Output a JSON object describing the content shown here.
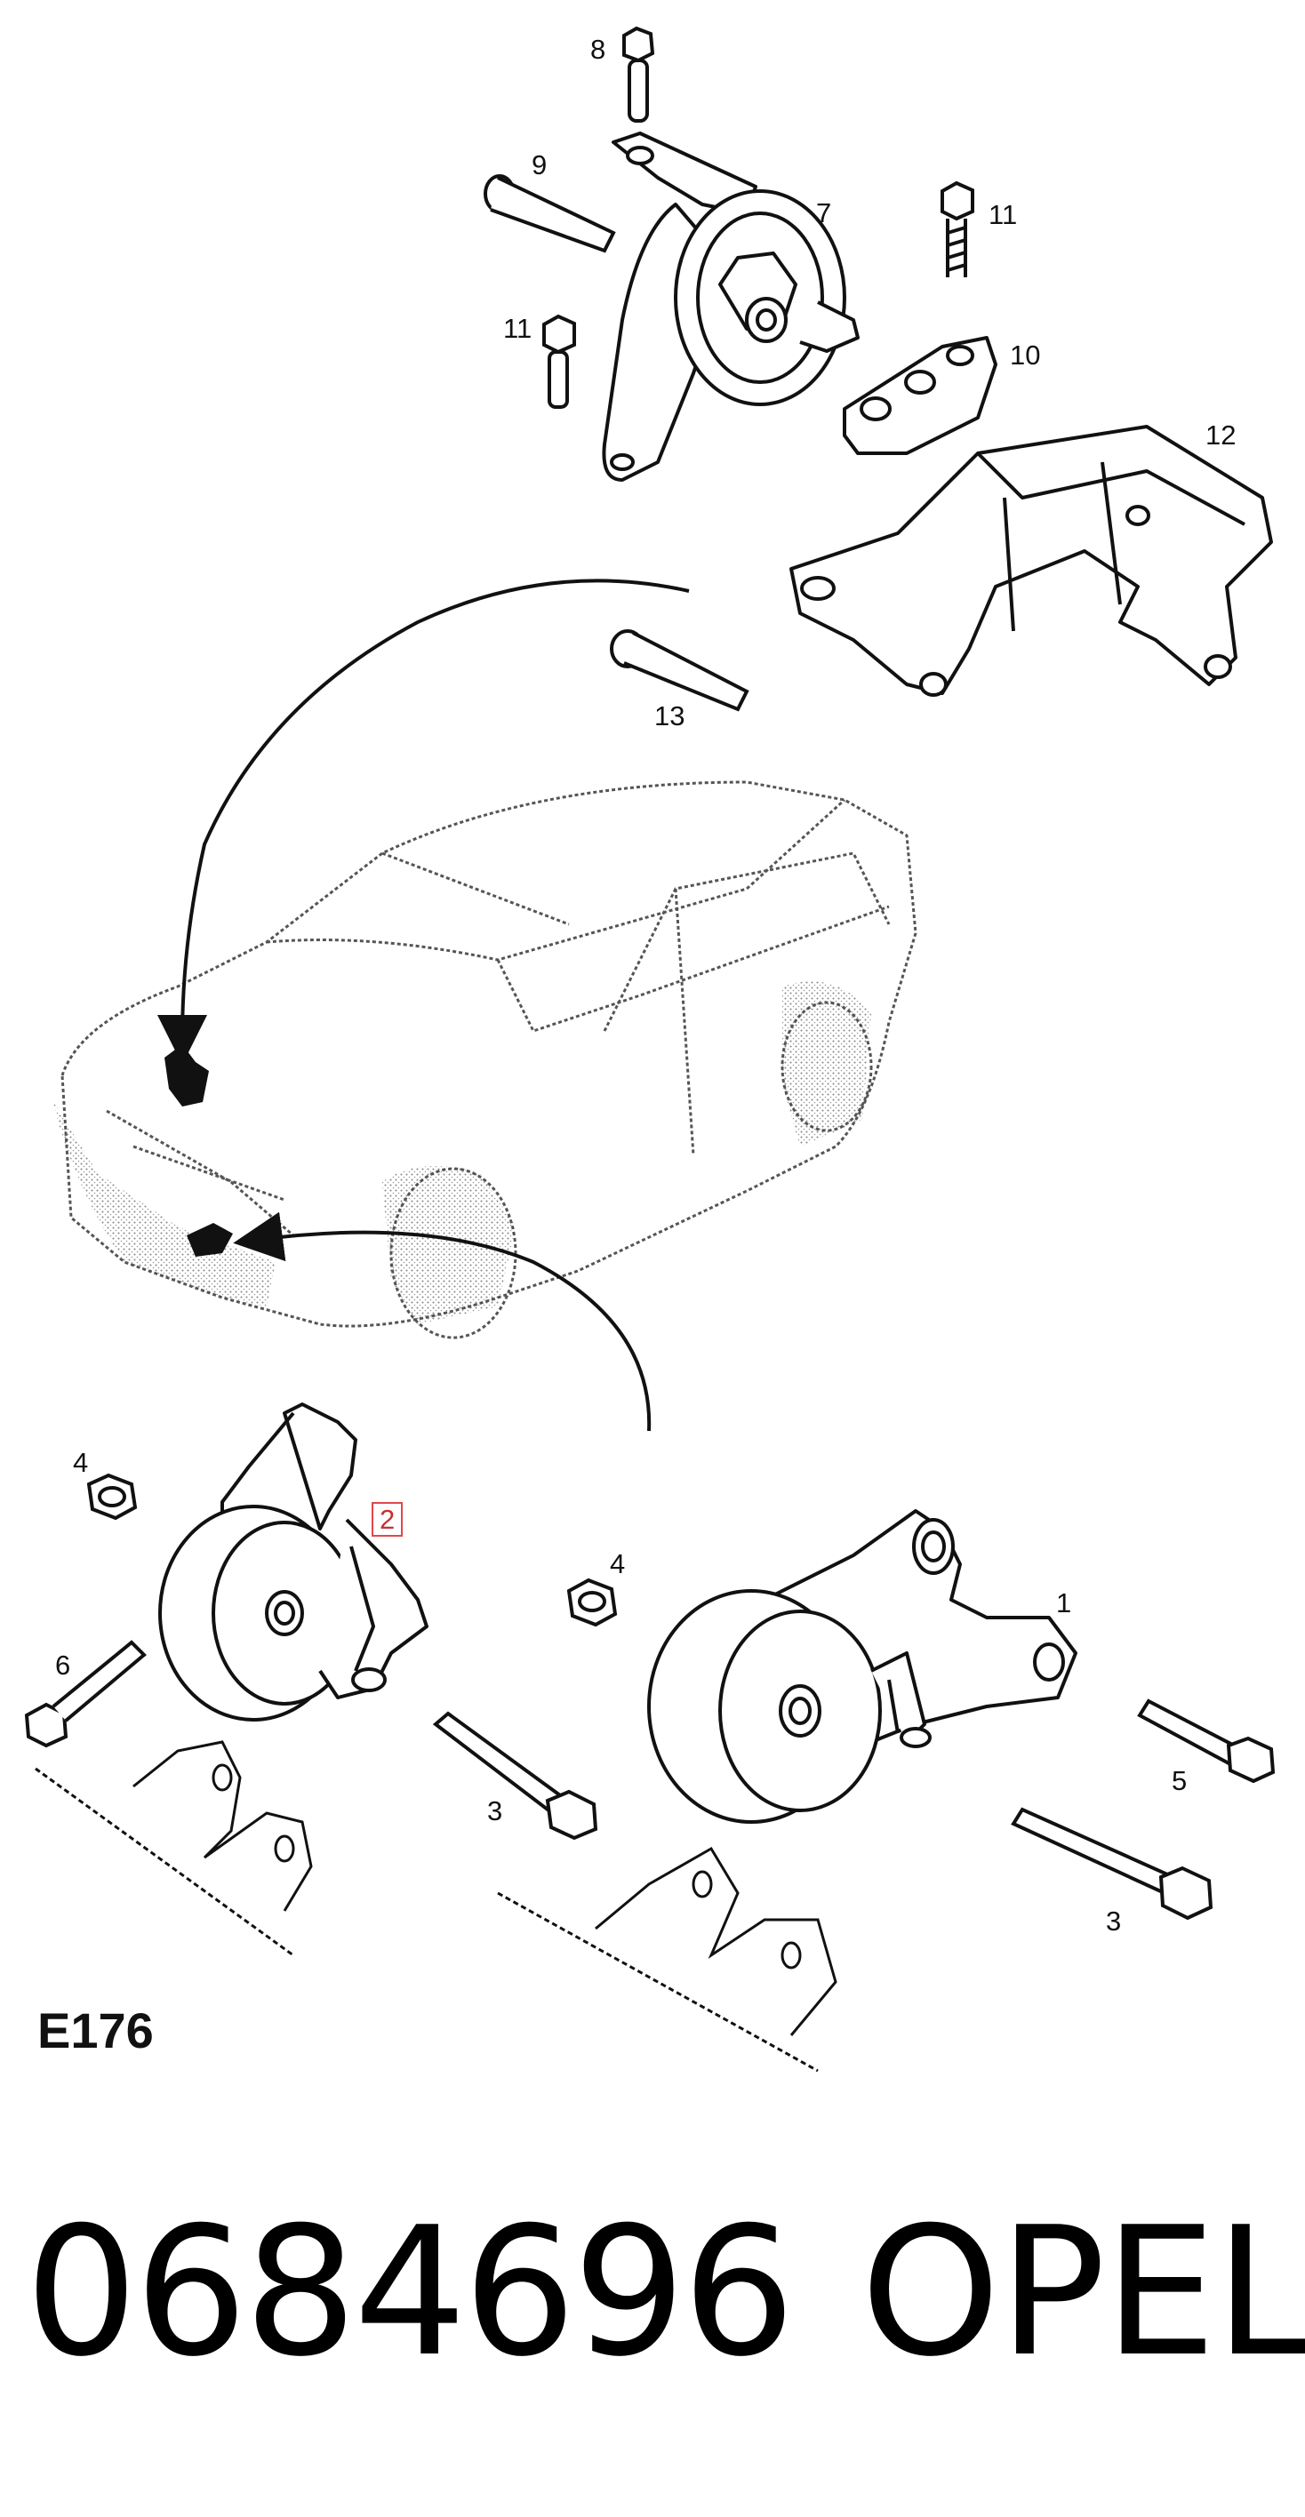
{
  "diagram": {
    "code": "E176",
    "callouts": [
      {
        "id": "c1",
        "label": "1"
      },
      {
        "id": "c2",
        "label": "2",
        "highlighted": true
      },
      {
        "id": "c3a",
        "label": "3"
      },
      {
        "id": "c3b",
        "label": "3"
      },
      {
        "id": "c4a",
        "label": "4"
      },
      {
        "id": "c4b",
        "label": "4"
      },
      {
        "id": "c5",
        "label": "5"
      },
      {
        "id": "c6",
        "label": "6"
      },
      {
        "id": "c7",
        "label": "7"
      },
      {
        "id": "c8",
        "label": "8"
      },
      {
        "id": "c9",
        "label": "9"
      },
      {
        "id": "c10",
        "label": "10"
      },
      {
        "id": "c11a",
        "label": "11"
      },
      {
        "id": "c11b",
        "label": "11"
      },
      {
        "id": "c12",
        "label": "12"
      },
      {
        "id": "c13",
        "label": "13"
      }
    ]
  },
  "footer": {
    "part_number": "0684696",
    "brand": "OPEL"
  },
  "colors": {
    "line": "#111111",
    "highlight": "#e04848"
  }
}
